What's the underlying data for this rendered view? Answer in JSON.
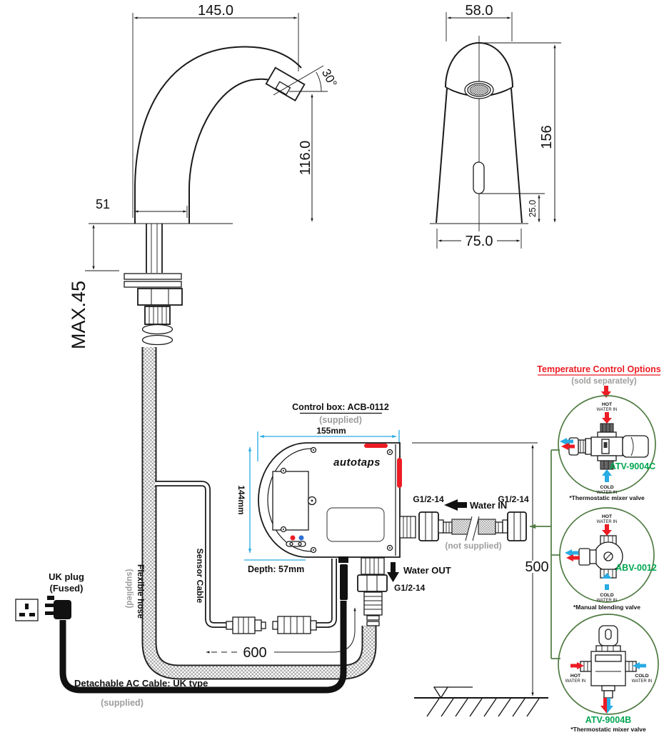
{
  "side_view": {
    "width": "145.0",
    "spout_angle": "30°",
    "height": "116.0",
    "base_width": "51",
    "max_deck": "MAX.45"
  },
  "front_view": {
    "top_width": "58.0",
    "height": "156",
    "sensor_offset": "25.0",
    "base_width": "75.0"
  },
  "control_box": {
    "title": "Control box: ACB-0112",
    "supplied_note": "(supplied)",
    "width": "155mm",
    "height": "144mm",
    "depth": "Depth: 57mm",
    "logo": "autotaps"
  },
  "plumbing": {
    "water_in_label": "Water IN",
    "water_in_thread_left": "G1/2-14",
    "water_in_thread_right": "G1/2-14",
    "water_in_note": "(not supplied)",
    "water_out_label": "Water OUT",
    "water_out_thread": "G1/2-14",
    "hose_length": "600",
    "install_height": "500"
  },
  "cables": {
    "flexible_hose_label": "Flexible hose",
    "flexible_hose_note": "(supplied)",
    "sensor_cable_label": "Sensor Cable",
    "uk_plug_line1": "UK plug",
    "uk_plug_line2": "(Fused)",
    "ac_cable_label": "Detachable AC Cable: UK type",
    "ac_cable_note": "(supplied)"
  },
  "temperature_options": {
    "title": "Temperature Control Options",
    "subtitle": "(sold separately)",
    "options": [
      {
        "model": "ATV-9004C",
        "type_note": "*Thermostatic mixer valve",
        "hot_line1": "HOT",
        "hot_line2": "WATER IN",
        "cold_line1": "COLD",
        "cold_line2": "WATER IN"
      },
      {
        "model": "ABV-0012",
        "type_note": "*Manual blending valve",
        "hot_line1": "HOT",
        "hot_line2": "WATER IN",
        "cold_line1": "COLD",
        "cold_line2": "WATER IN"
      },
      {
        "model": "ATV-9004B",
        "type_note": "*Thermostatic mixer valve",
        "hot_line1": "HOT",
        "hot_line2": "WATER IN",
        "cold_line1": "COLD",
        "cold_line2": "WATER IN"
      }
    ]
  },
  "colors": {
    "dimension_blue": "#29ABE3",
    "accent_red": "#EC1C24",
    "model_green": "#00A651",
    "circle_green": "#4F7B42",
    "muted_gray": "#9D9D9C"
  }
}
